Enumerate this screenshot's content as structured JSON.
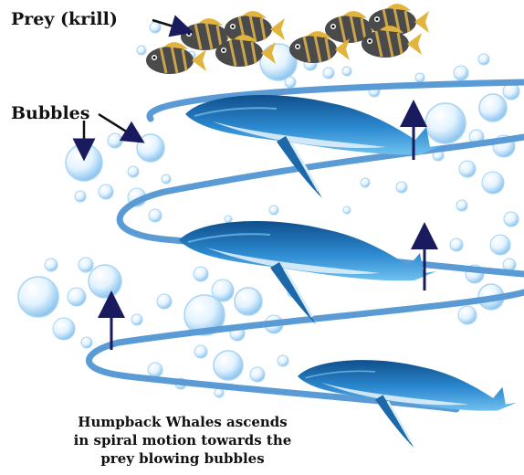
{
  "labels": {
    "prey": "Prey (krill)",
    "bubbles": "Bubbles"
  },
  "caption": {
    "line1": "Humpback Whales ascends",
    "line2": "in spiral motion towards the",
    "line3": "prey blowing bubbles"
  },
  "colors": {
    "spiral": "#5b9bd5",
    "whale": "#1c68a8",
    "whale_light": "#e8f3fb",
    "arrow": "#1a1a5e",
    "bubble": "#a8d4f3",
    "fish": "#454545",
    "fish_fin": "#e3b43d"
  },
  "icons": [
    "prey-fish-icon",
    "bubble-icon",
    "humpback-whale-icon",
    "up-arrow-icon"
  ]
}
